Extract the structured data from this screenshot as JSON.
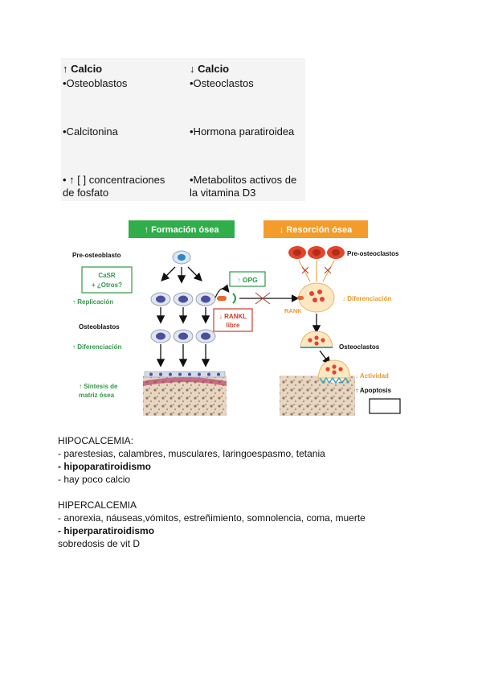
{
  "table": {
    "left_header": "↑ Calcio",
    "right_header": "↓ Calcio",
    "rows": [
      {
        "left": "•Osteoblastos",
        "right": "•Osteoclastos"
      },
      {
        "left": "•Calcitonina",
        "right": "•Hormona paratiroidea"
      },
      {
        "left_line1": "• ↑ [ ] concentraciones",
        "left_line2": "de fosfato",
        "right_line1": "•Metabolitos activos de",
        "right_line2": "la vitamina D3"
      }
    ]
  },
  "diagram": {
    "formation_title": "↑ Formación ósea",
    "resorption_title": "↓ Resorción ósea",
    "pre_osteoblasto": "Pre-osteoblasto",
    "casr_line1": "CaSR",
    "casr_line2": "+ ¿Otros?",
    "replicacion": "↑ Replicación",
    "osteoblastos": "Osteoblastos",
    "diferenciacion_left": "↑ Diferenciación",
    "sintesis_line1": "↑ Síntesis de",
    "sintesis_line2": "matriz ósea",
    "opg": "↑ OPG",
    "rankl_line1": "↓ RANKL",
    "rankl_line2": "libre",
    "pre_osteoclastos": "Pre-osteoclastos",
    "rank": "RANK",
    "diferenciacion_right": "↓ Diferenciación",
    "osteoclastos": "Osteoclastos",
    "actividad": "↓ Actividad",
    "apoptosis": "↑ Apoptosis",
    "colors": {
      "formation_bg": "#2fae49",
      "resorption_bg": "#f39c2b",
      "green_text": "#2f9a48",
      "orange_text": "#ef9a2c",
      "red_text": "#d33b2a",
      "cell_blue": "#4a4fa0",
      "osteoclast_red": "#e3442b"
    }
  },
  "notes": {
    "hipo_title": "HIPOCALCEMIA:",
    "hipo_symptoms": "- parestesias, calambres, musculares, laringoespasmo, tetania",
    "hipo_cause_bold": "- hipoparatiroidismo",
    "hipo_extra": "- hay poco calcio",
    "hiper_title": "HIPERCALCEMIA",
    "hiper_symptoms": "- anorexia, náuseas,vómitos, estreñimiento, somnolencia, coma, muerte",
    "hiper_cause_bold": "- hiperparatiroidismo",
    "hiper_extra": "sobredosis de vit D"
  }
}
